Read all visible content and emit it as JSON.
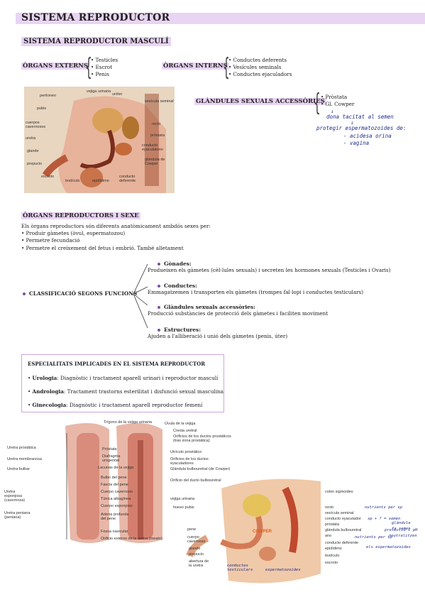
{
  "title": "SISTEMA REPRODUCTOR",
  "section1": {
    "heading": "SISTEMA REPRODUCTOR MASCULÍ",
    "externs": {
      "label": "ÒRGANS EXTERNS",
      "items": [
        "Testicles",
        "Escrot",
        "Penis"
      ]
    },
    "interns": {
      "label": "ÒRGANS INTERNS",
      "items": [
        "Conductes deferents",
        "Vesícules seminals",
        "Conductes ejaculadors"
      ]
    },
    "glandules": {
      "label": "GLÀNDULES SEXUALS ACCESSÒRIES",
      "items": [
        "Pròstata",
        "Gl. Cowper"
      ],
      "notes": [
        "dona tacitat al semen",
        "protegir espermatozoides de:",
        "- acidesa orina",
        "- vagina"
      ]
    },
    "figure_labels": [
      "vejiga urinaria",
      "uréter",
      "peritoneo",
      "vesícula seminal",
      "pubis",
      "recto",
      "cuerpos cavernosos",
      "próstata",
      "uretra",
      "conducto eyaculatorio",
      "glande",
      "glándula de Cowper",
      "prepucio",
      "escroto",
      "testículo",
      "epidídimo",
      "conducto deferente"
    ]
  },
  "section2": {
    "heading": "ÒRGANS REPRODUCTORS I SEXE",
    "intro": "Els òrgans reproductors són diferents anatòmicament ambdós sexes per:",
    "bullets": [
      "Produir gàmetes (òvul, espermatozou)",
      "Permetre fecundació",
      "Permetre el creixement del fetus i embrió. També alletament"
    ],
    "classification": {
      "label": "CLASSIFICACIÓ SEGONS FUNCIONS",
      "nodes": [
        {
          "title": "Gònades:",
          "desc": "Produeixen els gàmetes (cèl·lules sexuals) i secreten les hormones sexuals (Testicles i Ovaris)"
        },
        {
          "title": "Conductes:",
          "desc": "Emmagatzemen i transporten els gàmetes (trompes fal·lopi i conductes testiculars)"
        },
        {
          "title": "Glàndules sexuals accessòries:",
          "desc": "Producció substàncies de protecció dels gàmetes i faciliten moviment"
        },
        {
          "title": "Estructures:",
          "desc": "Ajuden a l'alliberació i unió dels gàmetes (penis, úter)"
        }
      ]
    }
  },
  "specialties": {
    "heading": "ESPECIALITATS IMPLICADES EN EL SISTEMA REPRODUCTOR",
    "items": [
      {
        "name": "Urologia",
        "desc": ": Diagnòstic i tractament aparell urinari i reproductor masculí"
      },
      {
        "name": "Andrologia",
        "desc": ": Tractament trastorns esterilitat i disfunció sexual masculina"
      },
      {
        "name": "Ginecologia",
        "desc": ": Diagnòstic i tractament aparell reproductor femení"
      }
    ]
  },
  "figure2": {
    "left_labels": [
      "Uretra prostàtica",
      "Uretra membranosa",
      "Uretra bulbar",
      "Uretra esponjosa (cavernosa)",
      "Uretra peniana (peniana)"
    ],
    "top_labels": [
      "Trígono de la vejiga urinaria",
      "Úvula de la vejiga",
      "Cresta uretral",
      "Orificios de los ductos prostáticos (tras zona prostática)"
    ],
    "mid_labels": [
      "Próstata",
      "Diafragma urogenital",
      "Lacunas de la vejiga",
      "Bulbo del pene",
      "Fascia del pene",
      "Cuerpo cavernoso",
      "Túnica albugínea",
      "Cuerpo esponjoso",
      "Arteria profunda del pene",
      "Fossa navicular",
      "Orificio externo de la uretra (meato)"
    ],
    "right_labels": [
      "Utrículo prostático",
      "Orificios de los ductos eyaculadores",
      "Glándula bulbouretral (de Cowper)",
      "Orificio del ducto bulbouretral"
    ]
  },
  "figure3": {
    "left_labels": [
      "vejiga urinaria",
      "hueso pubis",
      "pene",
      "cuerpo cavernoso",
      "glande",
      "prepucio",
      "abertura de la uretra"
    ],
    "right_labels": [
      "colon sigmoideo",
      "recto",
      "vesícula seminal",
      "conducto eyaculador",
      "próstata",
      "glándula bulbouretral",
      "ano",
      "conducto deferente",
      "epidídimo",
      "testículo",
      "escroto"
    ],
    "notes": [
      "nutrients per sp",
      "sp + ? = semen",
      "glàndula",
      "fa semen",
      "nutrients per sp",
      "protecció i pH",
      "neutralitzen",
      "els espermatozoides",
      "COWPER",
      "conductes testiculars",
      "espermatozoides"
    ]
  }
}
